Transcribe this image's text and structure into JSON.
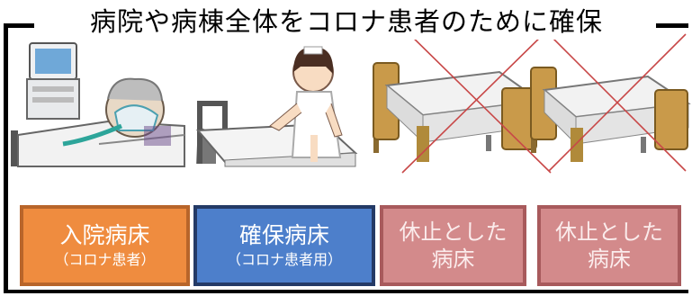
{
  "title": "病院や病棟全体をコロナ患者のために確保",
  "boxes": [
    {
      "line1": "入院病床",
      "line2": "（コロナ患者）",
      "color": "#ef8c3f"
    },
    {
      "line1": "確保病床",
      "line2": "（コロナ患者用）",
      "color": "#4d7fcb"
    },
    {
      "line1": "休止とした",
      "line2": "病床",
      "color": "#d38a8b"
    },
    {
      "line1": "休止とした",
      "line2": "病床",
      "color": "#d38a8b"
    }
  ],
  "illustrations": [
    "patient-on-ventilator",
    "nurse-making-bed",
    "empty-hospital-bed-crossed",
    "empty-hospital-bed-crossed"
  ],
  "cross_color": "#c84848"
}
